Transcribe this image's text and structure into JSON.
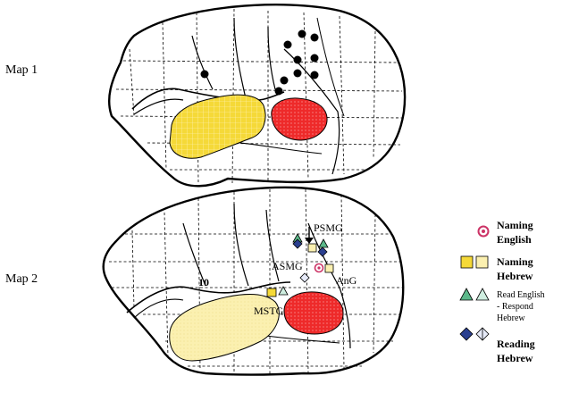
{
  "map1": {
    "label": "Map 1"
  },
  "map2": {
    "label": "Map 2",
    "sites": {
      "psmg": "PSMG",
      "asmg": "ASMG",
      "ang": "AnG",
      "mstg": "MSTG",
      "num10": "10"
    }
  },
  "legend": {
    "naming_english": [
      "Naming",
      "English"
    ],
    "naming_hebrew": [
      "Naming",
      "Hebrew"
    ],
    "read_english": [
      "Read English",
      "- Respond",
      "Hebrew"
    ],
    "reading_hebrew": [
      "Reading",
      "Hebrew"
    ]
  },
  "colors": {
    "yellow": "#f5d938",
    "yellow_light": "#fbf0b0",
    "red": "#ee2a2a",
    "green": "#5cb88a",
    "blue": "#2a3f8f",
    "pink": "#cc3366",
    "dots": "#000000"
  }
}
